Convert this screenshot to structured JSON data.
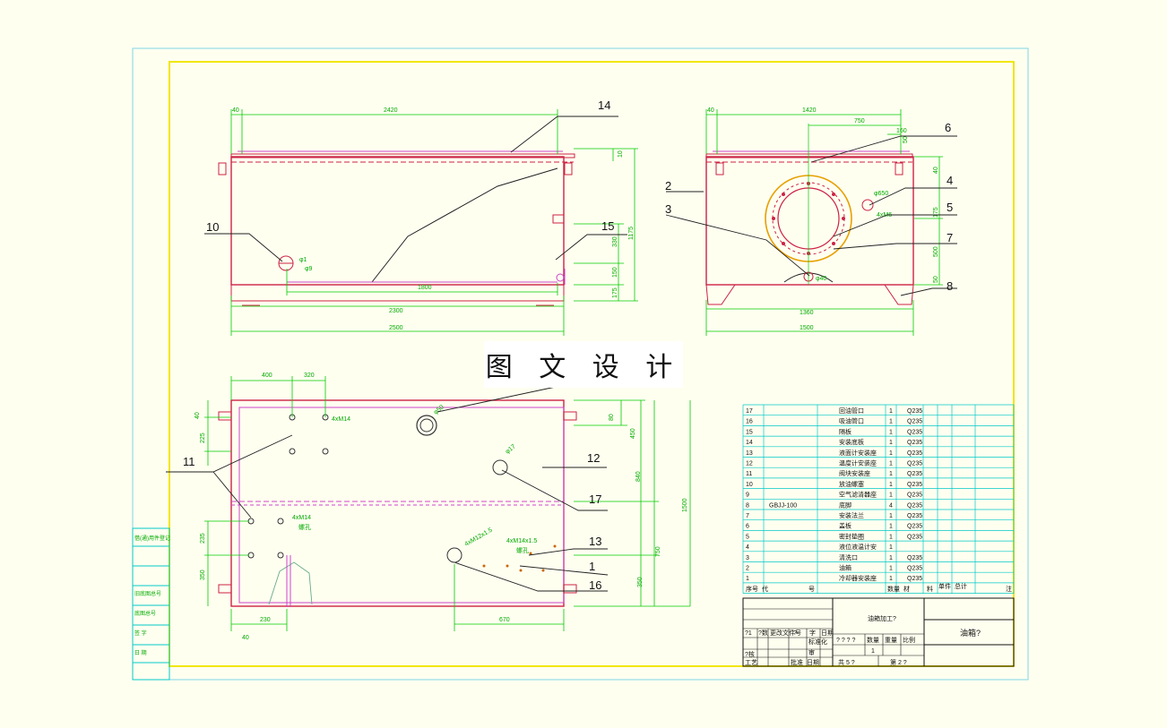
{
  "drawing": {
    "colors": {
      "background": "#fffff0",
      "outer_frame": "#7fd6e6",
      "inner_frame": "#f2e600",
      "outline": "#cc2244",
      "dimension": "#00cc00",
      "hidden": "#cc44cc",
      "leader": "#222222",
      "table_line": "#00c8c8"
    },
    "watermark": "图 文 设 计",
    "front_view": {
      "dims": {
        "d40": "40",
        "d2420": "2420",
        "d10": "10",
        "d1175": "1175",
        "d330": "330",
        "d150": "150",
        "d175": "175",
        "d1800": "1800",
        "d2300": "2300",
        "d2500": "2500"
      },
      "callouts": {
        "c14": "14",
        "c15": "15",
        "c10": "10"
      },
      "notes": {
        "phi1": "φ1",
        "phi2": "φ9"
      }
    },
    "side_view": {
      "dims": {
        "d40": "40",
        "d1420": "1420",
        "d750": "750",
        "d160": "160",
        "d50": "50",
        "d40b": "40",
        "d175": "175",
        "d500": "500",
        "d50b": "50",
        "d1360": "1360",
        "d1500": "1500"
      },
      "callouts": {
        "c6": "6",
        "c2": "2",
        "c3": "3",
        "c4": "4",
        "c5": "5",
        "c7": "7",
        "c8": "8"
      },
      "notes": {
        "phi650": "φ650",
        "m16": "4xM6",
        "phi40": "φ40"
      }
    },
    "top_view": {
      "dims": {
        "d400": "400",
        "d320": "320",
        "d40": "40",
        "d225": "225",
        "d80": "80",
        "d450": "450",
        "d840": "840",
        "d1500": "1500",
        "d235": "235",
        "d350": "350",
        "d750": "750",
        "d350b": "350",
        "d230": "230",
        "d40b": "40",
        "d670": "670"
      },
      "callouts": {
        "c11": "11",
        "c12": "12",
        "c17": "17",
        "c13": "13",
        "c1": "1",
        "c16": "16"
      },
      "notes": {
        "m14a": "4xM14",
        "m14b": "4xM14",
        "m14c_sub": "螺孔",
        "m12": "4xM12x1.5",
        "m14d": "4xM14x1.5",
        "m14d_sub": "螺孔",
        "phi17": "φ17",
        "phi50": "φ50"
      }
    },
    "side_table": {
      "rows": [
        "借(通)用件登记",
        "旧底图总号",
        "底图总号",
        "签  字",
        "日  期"
      ]
    },
    "bom": {
      "rows": [
        {
          "no": "17",
          "code": "",
          "name": "回油管口",
          "qty": "1",
          "mat": "Q235"
        },
        {
          "no": "16",
          "code": "",
          "name": "吸油管口",
          "qty": "1",
          "mat": "Q235"
        },
        {
          "no": "15",
          "code": "",
          "name": "隔板",
          "qty": "1",
          "mat": "Q235"
        },
        {
          "no": "14",
          "code": "",
          "name": "安装底板",
          "qty": "1",
          "mat": "Q235"
        },
        {
          "no": "13",
          "code": "",
          "name": "液面计安装座",
          "qty": "1",
          "mat": "Q235"
        },
        {
          "no": "12",
          "code": "",
          "name": "温度计安装座",
          "qty": "1",
          "mat": "Q235"
        },
        {
          "no": "11",
          "code": "",
          "name": "阀块安装座",
          "qty": "1",
          "mat": "Q235"
        },
        {
          "no": "10",
          "code": "",
          "name": "放油螺塞",
          "qty": "1",
          "mat": "Q235"
        },
        {
          "no": "9",
          "code": "",
          "name": "空气滤清器座",
          "qty": "1",
          "mat": "Q235"
        },
        {
          "no": "8",
          "code": "GBJJ-100",
          "name": "底脚",
          "qty": "4",
          "mat": "Q235"
        },
        {
          "no": "7",
          "code": "",
          "name": "安装法兰",
          "qty": "1",
          "mat": "Q235"
        },
        {
          "no": "6",
          "code": "",
          "name": "盖板",
          "qty": "1",
          "mat": "Q235"
        },
        {
          "no": "5",
          "code": "",
          "name": "密封垫圈",
          "qty": "1",
          "mat": "Q235"
        },
        {
          "no": "4",
          "code": "",
          "name": "液位液温计安",
          "qty": "1",
          "mat": ""
        },
        {
          "no": "3",
          "code": "",
          "name": "清洗口",
          "qty": "1",
          "mat": "Q235"
        },
        {
          "no": "2",
          "code": "",
          "name": "油箱",
          "qty": "1",
          "mat": "Q235"
        },
        {
          "no": "1",
          "code": "",
          "name": "冷却器安装座",
          "qty": "1",
          "mat": "Q235"
        }
      ],
      "header": {
        "no": "序号",
        "code": "代",
        "code2": "号",
        "name": "",
        "qty": "数量",
        "mat": "材",
        "mat2": "料",
        "w1": "单件",
        "w2": "总计",
        "note": "注"
      }
    },
    "title_block": {
      "center_title": "油箱加工?",
      "right_title": "油箱?",
      "r1": [
        "?1",
        "?数",
        "更改文件号",
        "?",
        "字",
        "日期"
      ],
      "label_std": "标准化",
      "label_shen": "审",
      "label_jihe": "?核",
      "label_gong": "工艺",
      "label_pi": "批准",
      "label_date": "日期",
      "stage": "? ? ? ?",
      "qty_hdr": "数量",
      "weight_hdr": "重量",
      "scale_hdr": "比例",
      "qty_val": "1",
      "sheets": "共 5 ?",
      "sheet_no": "第 2 ?"
    }
  }
}
